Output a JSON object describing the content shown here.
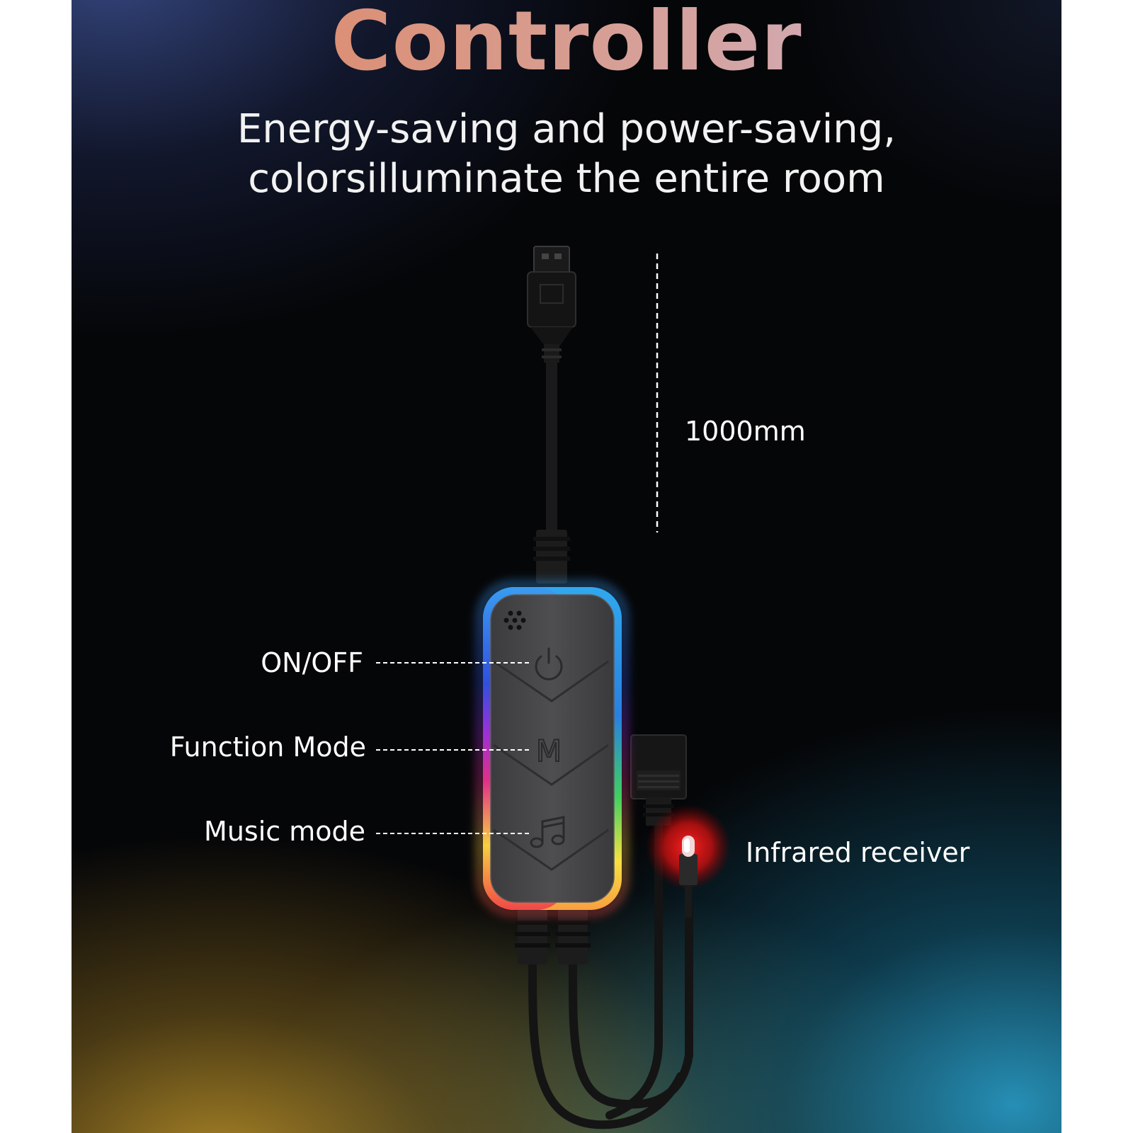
{
  "title": "Controller",
  "subtitle": {
    "line1": "Energy-saving and power-saving,",
    "line2": "colorsilluminate the entire room"
  },
  "cable_length": "1000mm",
  "buttons": {
    "on_off": "ON/OFF",
    "function_mode": "Function Mode",
    "music_mode": "Music mode"
  },
  "infrared_receiver": "Infrared receiver",
  "icons": [
    "usb-plug-icon",
    "power-icon",
    "m-letter-icon",
    "music-note-icon",
    "microphone-holes-icon",
    "ir-receiver-icon",
    "connector-plug-icon"
  ],
  "colors": {
    "title_start": "#e0805a",
    "title_end": "#cdb6cf",
    "ir_glow": "#d41818",
    "controller_body": "#4a4a4c"
  }
}
